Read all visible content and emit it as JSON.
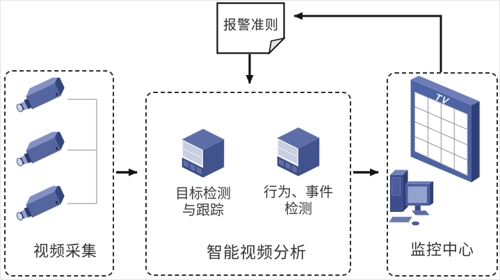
{
  "colors": {
    "background": "#ffffff",
    "flow_line": "#141414",
    "dashed_border": "#2b2b2b",
    "thin_connector": "#9aa0a8",
    "icon_blue_light": "#8290c2",
    "icon_blue_mid": "#55659f",
    "icon_blue_dark": "#36467c",
    "label_text": "#333333"
  },
  "alarm_note": {
    "label": "报警准则"
  },
  "capture_box": {
    "label": "视频采集",
    "camera_count": 3
  },
  "analysis_box": {
    "label": "智能视频分析",
    "servers": [
      {
        "line1": "目标检测",
        "line2": "与跟踪"
      },
      {
        "line1": "行为、事件",
        "line2": "检测"
      }
    ]
  },
  "monitor_box": {
    "label": "监控中心",
    "tv_wall_label": "TV"
  },
  "icons": {
    "camera": "camera-icon",
    "server": "server-icon",
    "tv_wall": "tv-wall-icon",
    "workstation": "workstation-icon",
    "document": "document-icon"
  }
}
